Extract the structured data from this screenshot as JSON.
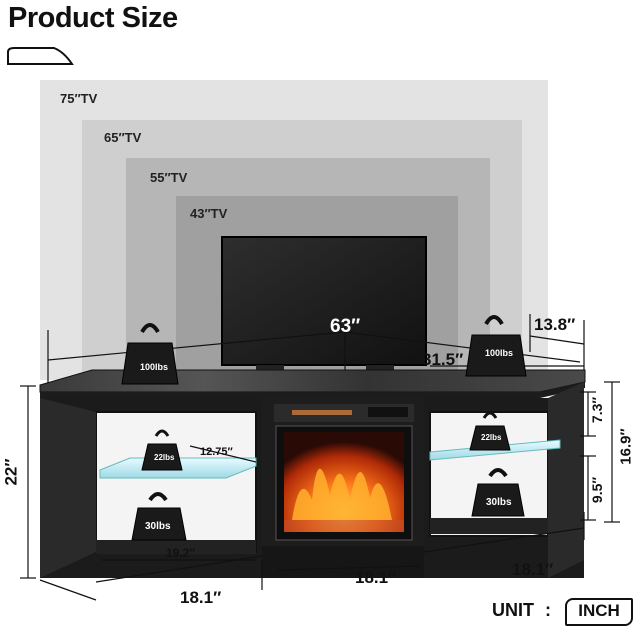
{
  "title": "Product Size",
  "tv_sizes": [
    "75″TV",
    "65″TV",
    "55″TV",
    "43″TV"
  ],
  "dimensions": {
    "total_length": "63″",
    "top_half": "31.5″",
    "depth": "13.8″",
    "height": "22″",
    "upper_opening": "7.3″",
    "side_height": "16.9″",
    "lower_opening": "9.5″",
    "shelf_depth": "12.75″",
    "shelf_width": "19.2″",
    "left_section": "18.1″",
    "middle_section": "18.1″",
    "right_section": "18.1″"
  },
  "weights": {
    "top_left": "100lbs",
    "top_right": "100lbs",
    "shelf_left_upper": "22lbs",
    "shelf_left_lower": "30lbs",
    "shelf_right_upper": "22lbs",
    "shelf_right_lower": "30lbs"
  },
  "unit": {
    "label": "UNIT",
    "separator": ":",
    "value": "INCH"
  }
}
